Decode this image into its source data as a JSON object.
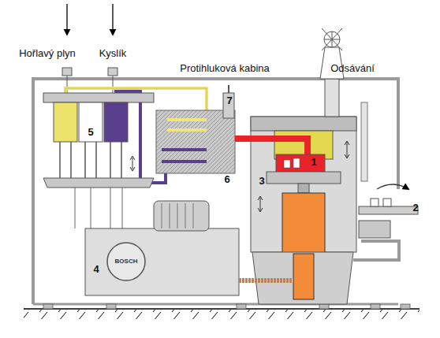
{
  "diagram": {
    "labels": [
      "Hořlavý plyn",
      "Kyslík",
      "Protihluková kabina",
      "Odsávání",
      "1",
      "2",
      "3",
      "4",
      "5",
      "6",
      "7",
      "BOSCH"
    ]
  }
}
